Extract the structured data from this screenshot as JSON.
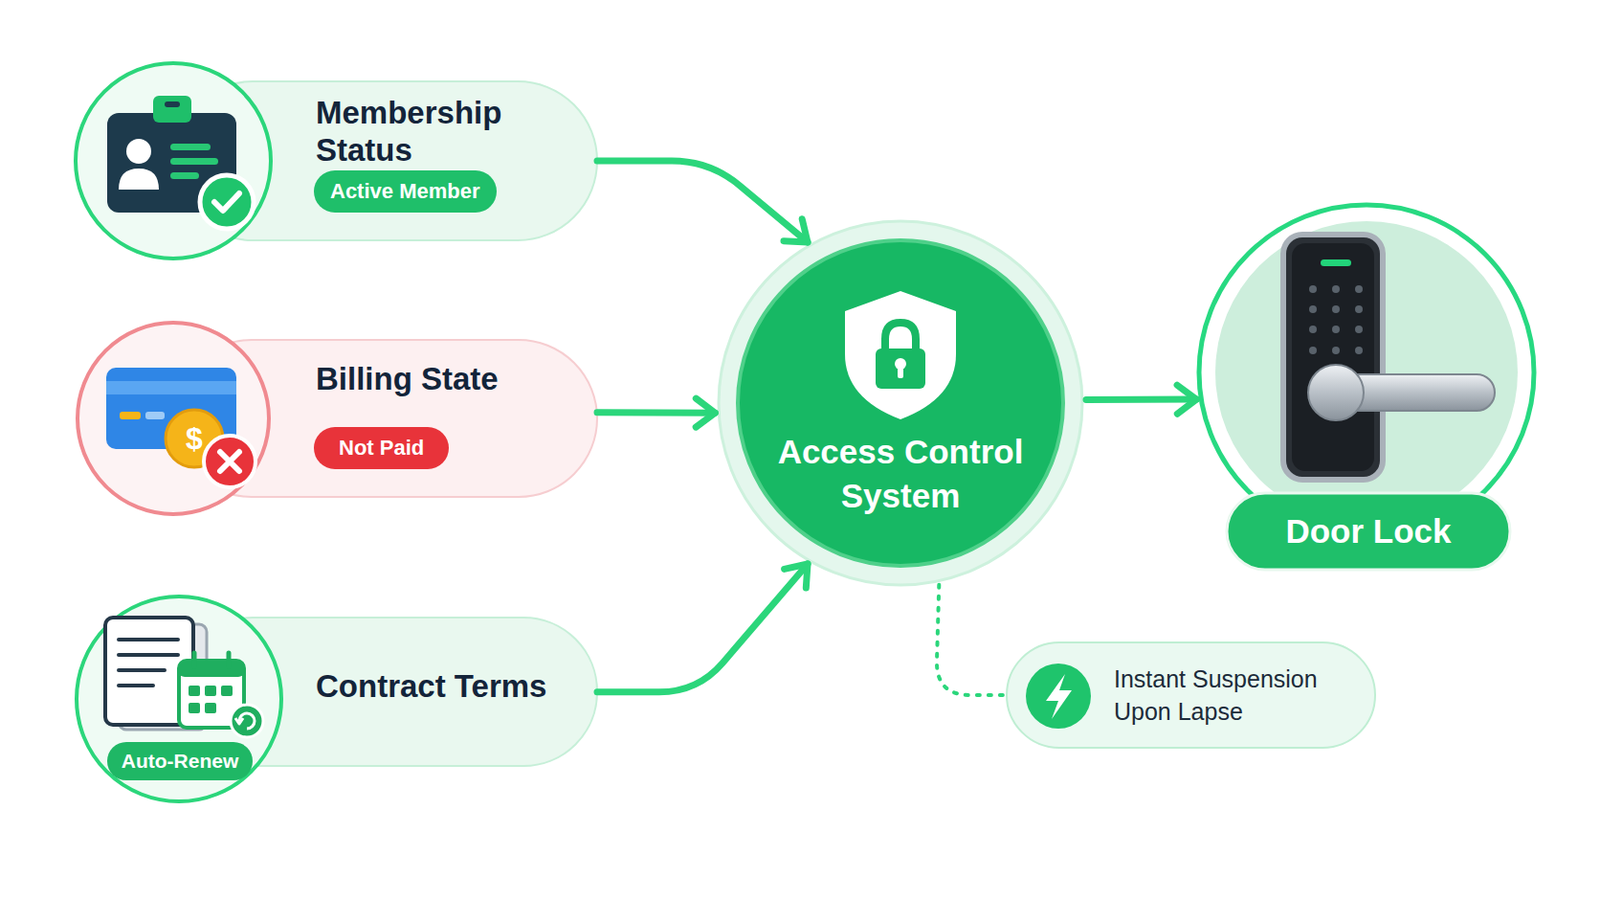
{
  "diagram": {
    "nodes": [
      {
        "text": [
          "Membership Status",
          "Active Member"
        ]
      },
      {
        "text": [
          "Billing State",
          "Not Paid"
        ]
      },
      {
        "text": [
          "Contract Terms",
          "Auto-Renew"
        ]
      },
      {
        "text": [
          "Access Control System"
        ]
      },
      {
        "text": [
          "Door Lock"
        ]
      },
      {
        "text": [
          "Instant Suspension Upon Lapse"
        ]
      }
    ],
    "edges": [
      {
        "from": 0,
        "to": 3,
        "arrow": "to"
      },
      {
        "from": 1,
        "to": 3,
        "arrow": "to"
      },
      {
        "from": 2,
        "to": 3,
        "arrow": "to"
      },
      {
        "from": 3,
        "to": 4,
        "arrow": "to"
      },
      {
        "from": 3,
        "to": 5,
        "arrow": "none"
      }
    ],
    "labels": [
      "$"
    ]
  }
}
